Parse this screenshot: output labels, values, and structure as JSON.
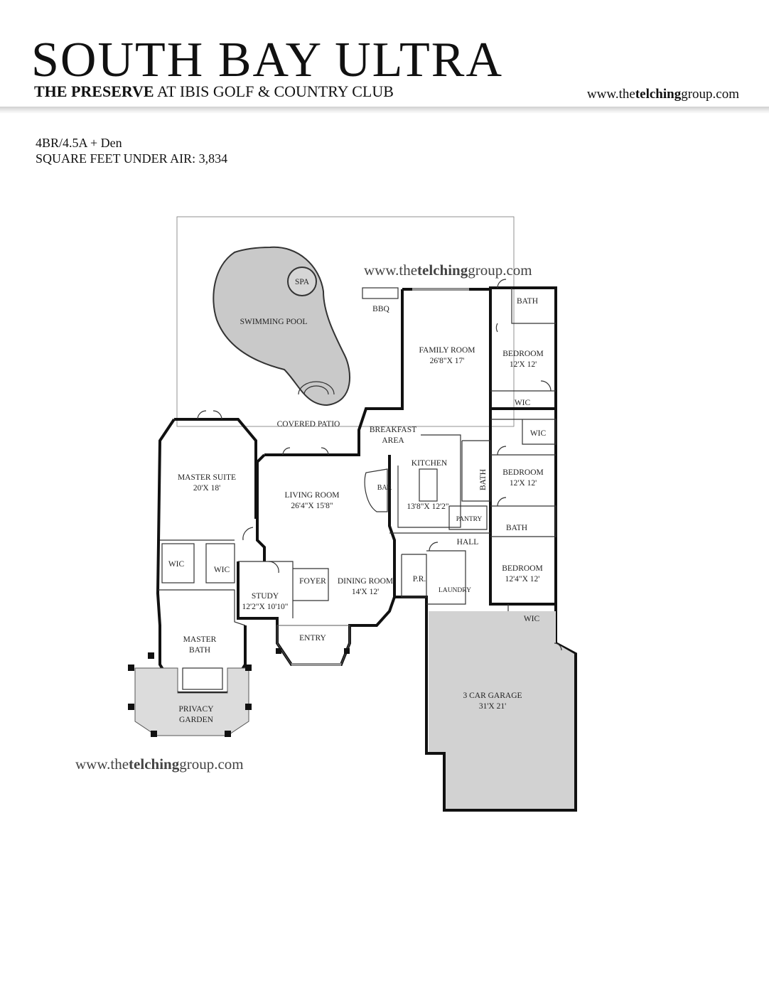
{
  "header": {
    "title": "SOUTH BAY ULTRA",
    "subtitle_bold": "THE PRESERVE",
    "subtitle_rest": " AT IBIS GOLF & COUNTRY CLUB",
    "website_prefix": "www.the",
    "website_bold": "telching",
    "website_suffix": "group.com"
  },
  "specs": {
    "beds_baths": "4BR/4.5A + Den",
    "square_feet": "SQUARE FEET UNDER AIR: 3,834"
  },
  "watermarks": {
    "prefix": "www.the",
    "bold": "telching",
    "suffix": "group.com"
  },
  "rooms": {
    "spa": "SPA",
    "swimming_pool": "SWIMMING POOL",
    "bbq": "BBQ",
    "bath_1": "BATH",
    "family_room": "FAMILY ROOM",
    "family_room_dim": "26'8\"X 17'",
    "bedroom_1": "BEDROOM",
    "bedroom_1_dim": "12'X 12'",
    "wic_1": "WIC",
    "covered_patio": "COVERED PATIO",
    "breakfast": "BREAKFAST",
    "breakfast_area": "AREA",
    "wic_2": "WIC",
    "kitchen": "KITCHEN",
    "kitchen_dim": "13'8\"X 12'2\"",
    "bar": "BAR",
    "bath_2": "BATH",
    "bedroom_2": "BEDROOM",
    "bedroom_2_dim": "12'X 12'",
    "master_suite": "MASTER SUITE",
    "master_suite_dim": "20'X 18'",
    "living_room": "LIVING ROOM",
    "living_room_dim": "26'4\"X 15'8\"",
    "pantry": "PANTRY",
    "bath_3": "BATH",
    "hall": "HALL",
    "wic_3": "WIC",
    "wic_4": "WIC",
    "study": "STUDY",
    "study_dim": "12'2\"X 10'10\"",
    "foyer": "FOYER",
    "dining_room": "DINING ROOM",
    "dining_room_dim": "14'X 12'",
    "pr": "P.R.",
    "laundry": "LAUNDRY",
    "bedroom_3": "BEDROOM",
    "bedroom_3_dim": "12'4\"X 12'",
    "wic_5": "WIC",
    "master_bath_1": "MASTER",
    "master_bath_2": "BATH",
    "entry": "ENTRY",
    "privacy_garden_1": "PRIVACY",
    "privacy_garden_2": "GARDEN",
    "garage": "3 CAR GARAGE",
    "garage_dim": "31'X 21'"
  }
}
